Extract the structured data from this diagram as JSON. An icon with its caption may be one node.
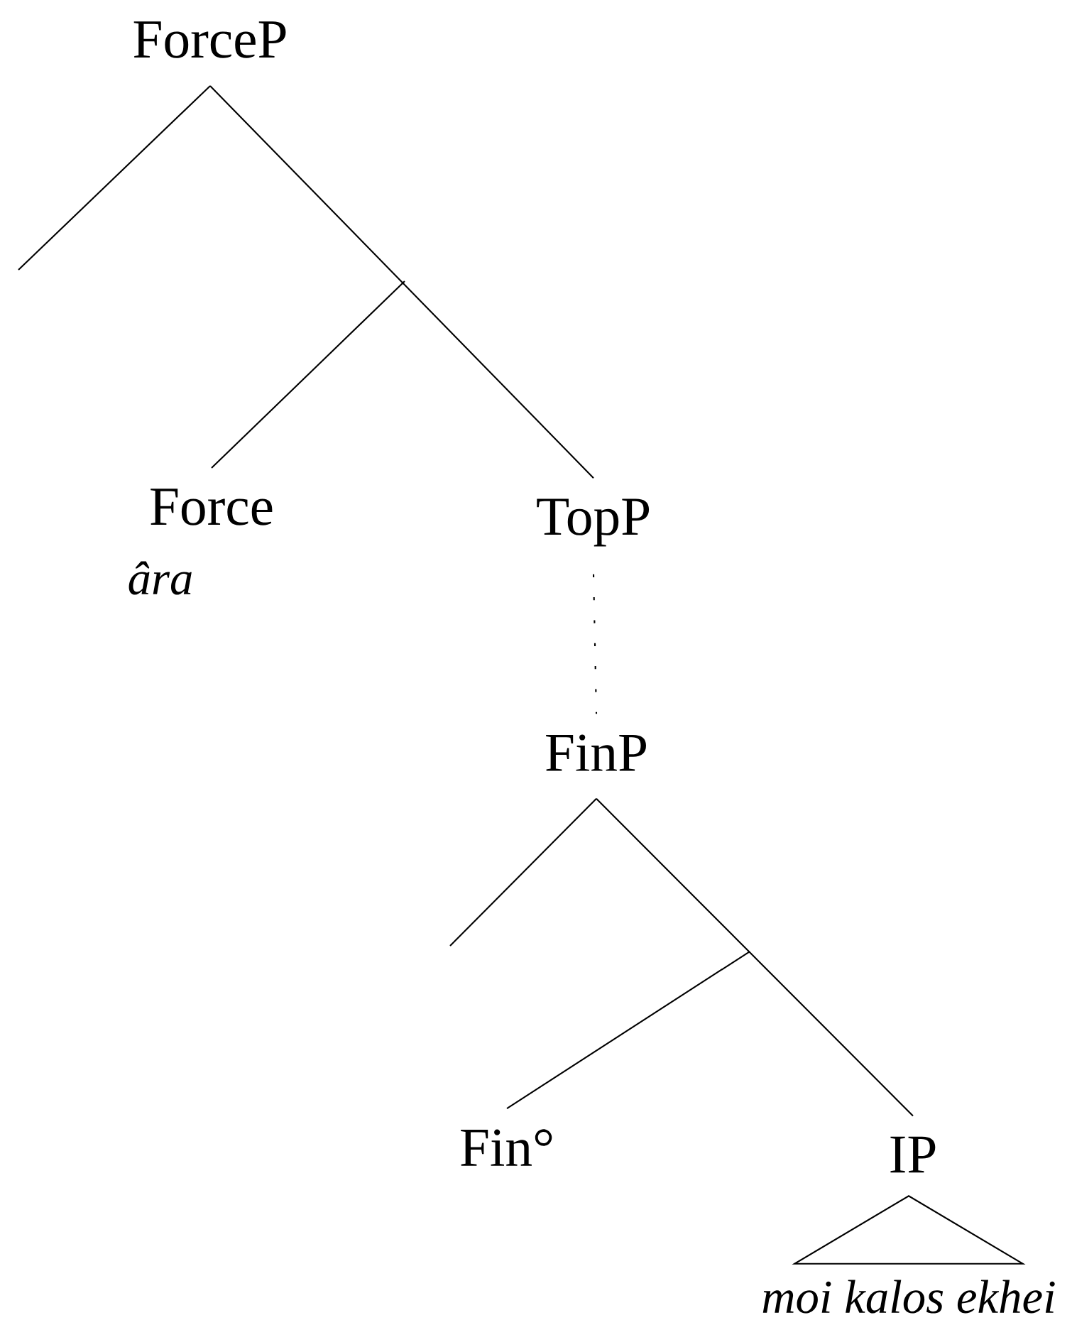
{
  "diagram": {
    "nodes": [
      {
        "text": [
          "ForceP"
        ]
      },
      {
        "text": [
          "Force"
        ],
        "beside": [
          "âra"
        ]
      },
      {
        "text": [
          "TopP"
        ]
      },
      {
        "text": [
          "FinP"
        ]
      },
      {
        "text": [
          "Fin°"
        ]
      },
      {
        "text": [
          "IP"
        ]
      },
      {
        "text": [],
        "shape": "triangle",
        "beside": [
          "moi kalos ekhei"
        ]
      }
    ],
    "edges": [
      {
        "from": 0,
        "to": null,
        "arrow": "none"
      },
      {
        "from": 0,
        "to": 2,
        "arrow": "none"
      },
      {
        "from": null,
        "to": 1,
        "arrow": "none"
      },
      {
        "from": 2,
        "to": 3,
        "arrow": "none",
        "style": "dashed"
      },
      {
        "from": 3,
        "to": null,
        "arrow": "none"
      },
      {
        "from": 3,
        "to": 5,
        "arrow": "none"
      },
      {
        "from": null,
        "to": 4,
        "arrow": "none"
      }
    ]
  }
}
